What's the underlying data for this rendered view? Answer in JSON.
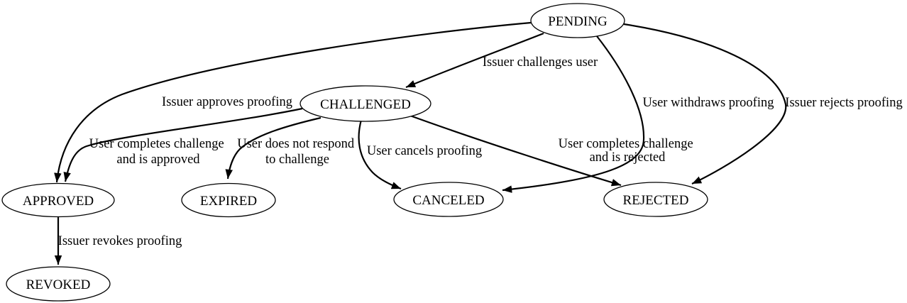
{
  "diagram": {
    "type": "state-machine",
    "colors": {
      "background": "#ffffff",
      "stroke": "#000000",
      "text": "#000000"
    },
    "nodes": [
      {
        "id": "pending",
        "label": "PENDING"
      },
      {
        "id": "challenged",
        "label": "CHALLENGED"
      },
      {
        "id": "approved",
        "label": "APPROVED"
      },
      {
        "id": "expired",
        "label": "EXPIRED"
      },
      {
        "id": "canceled",
        "label": "CANCELED"
      },
      {
        "id": "rejected",
        "label": "REJECTED"
      },
      {
        "id": "revoked",
        "label": "REVOKED"
      }
    ],
    "edges": [
      {
        "from": "PENDING",
        "to": "CHALLENGED",
        "label": "Issuer challenges user"
      },
      {
        "from": "PENDING",
        "to": "APPROVED",
        "label": "Issuer approves proofing"
      },
      {
        "from": "PENDING",
        "to": "CANCELED",
        "label": "User withdraws proofing"
      },
      {
        "from": "PENDING",
        "to": "REJECTED",
        "label": "Issuer rejects proofing"
      },
      {
        "from": "CHALLENGED",
        "to": "APPROVED",
        "label_line1": "User completes challenge",
        "label_line2": "and is approved"
      },
      {
        "from": "CHALLENGED",
        "to": "EXPIRED",
        "label_line1": "User does not respond",
        "label_line2": "to challenge"
      },
      {
        "from": "CHALLENGED",
        "to": "CANCELED",
        "label": "User cancels proofing"
      },
      {
        "from": "CHALLENGED",
        "to": "REJECTED",
        "label_line1": "User completes challenge",
        "label_line2": "and is rejected"
      },
      {
        "from": "APPROVED",
        "to": "REVOKED",
        "label": "Issuer revokes proofing"
      }
    ]
  }
}
